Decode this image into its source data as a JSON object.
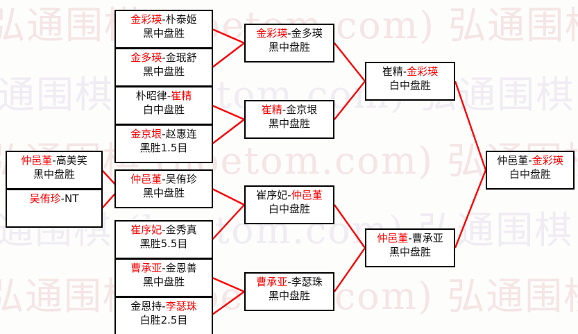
{
  "meta": {
    "title": "Go tournament bracket",
    "accent_line_color": "#ff0000",
    "winner_text_color": "#ff0000",
    "loser_text_color": "#111111",
    "box_border_color": "#000000",
    "background_color": "#fdfdfc"
  },
  "watermark": {
    "cn_text": "弘通围棋",
    "latin_text": "(hoetom.com)",
    "rows": [
      "弘通围棋  (hoetom.com)  弘通围棋",
      "弘通围棋  (hoetom.com)  弘通围棋",
      "弘通围棋  (hoetom.com)  弘通围棋",
      "弘通围棋  (hoetom.com)  弘通围棋",
      "弘通围棋  (hoetom.com)  弘通围棋"
    ]
  },
  "bracket": {
    "round1_top": [
      {
        "id": "r1-t1",
        "winner": "金彩瑛",
        "sep": "-",
        "loser": "朴泰姬",
        "result": "黑中盘胜",
        "winner_first": true
      },
      {
        "id": "r1-t2",
        "winner": "金多瑛",
        "sep": "-",
        "loser": "金珉舒",
        "result": "黑中盘胜",
        "winner_first": true
      },
      {
        "id": "r1-t3",
        "winner": "崔精",
        "sep": "-",
        "loser": "朴昭律",
        "result": "白中盘胜",
        "winner_first": false
      },
      {
        "id": "r1-t4",
        "winner": "金京垠",
        "sep": "-",
        "loser": "赵惠连",
        "result": "黑胜1.5目",
        "winner_first": true
      }
    ],
    "round1_bottom": [
      {
        "id": "r1-b1",
        "winner": "仲邑堇",
        "sep": "-",
        "loser": "高美笑",
        "result": "黑中盘胜",
        "winner_first": true
      },
      {
        "id": "r1-b2",
        "winner": "吴侑珍",
        "sep": "-",
        "loser": "NT",
        "result": "",
        "winner_first": true
      },
      {
        "id": "r1-b3",
        "winner": "崔序妃",
        "sep": "-",
        "loser": "金秀真",
        "result": "黑胜5.5目",
        "winner_first": true
      },
      {
        "id": "r1-b4",
        "winner": "曹承亚",
        "sep": "-",
        "loser": "金恩善",
        "result": "黑中盘胜",
        "winner_first": true
      },
      {
        "id": "r1-b5",
        "winner": "李瑟珠",
        "sep": "-",
        "loser": "金恩持",
        "result": "白胜2.5目",
        "winner_first": false
      }
    ],
    "round2": [
      {
        "id": "r2-t1",
        "winner": "金彩瑛",
        "sep": "-",
        "loser": "金多瑛",
        "result": "黑中盘胜",
        "winner_first": true
      },
      {
        "id": "r2-t2",
        "winner": "崔精",
        "sep": "-",
        "loser": "金京垠",
        "result": "黑中盘胜",
        "winner_first": true
      },
      {
        "id": "r2-b1",
        "winner": "仲邑堇",
        "sep": "-",
        "loser": "崔序妃",
        "result": "白中盘胜",
        "winner_first": false
      },
      {
        "id": "r2-b2",
        "winner": "曹承亚",
        "sep": "-",
        "loser": "李瑟珠",
        "result": "黑中盘胜",
        "winner_first": true
      }
    ],
    "round3": [
      {
        "id": "r3-t",
        "winner": "金彩瑛",
        "sep": "-",
        "loser": "崔精",
        "result": "白中盘胜",
        "winner_first": false
      },
      {
        "id": "r3-b",
        "winner": "仲邑堇",
        "sep": "-",
        "loser": "曹承亚",
        "result": "黑中盘胜",
        "winner_first": true
      }
    ],
    "final": [
      {
        "id": "r4",
        "winner": "金彩瑛",
        "sep": "-",
        "loser": "仲邑堇",
        "result": "白中盘胜",
        "winner_first": false
      }
    ]
  }
}
